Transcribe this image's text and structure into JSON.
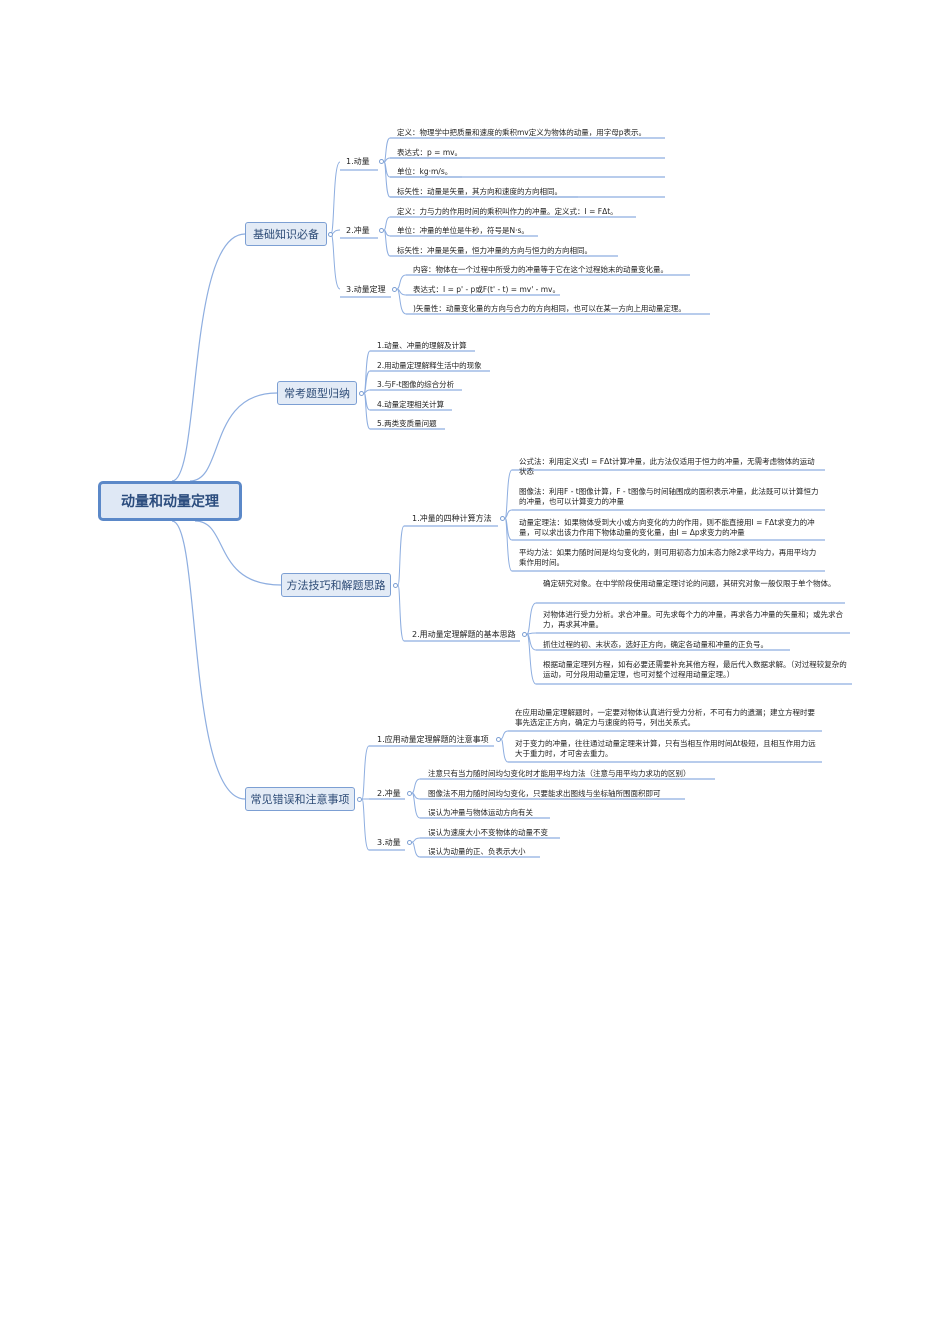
{
  "root": {
    "title": "动量和动量定理"
  },
  "branches": [
    {
      "label": "基础知识必备",
      "subs": [
        {
          "label": "1.动量",
          "leaves": [
            "定义：物理学中把质量和速度的乘积mv定义为物体的动量，用字母p表示。",
            "表达式：p = mv。",
            "单位：kg·m/s。",
            "标矢性：动量是矢量，其方向和速度的方向相同。"
          ]
        },
        {
          "label": "2.冲量",
          "leaves": [
            "定义：力与力的作用时间的乘积叫作力的冲量。定义式：I = FΔt。",
            "单位：冲量的单位是牛秒，符号是N·s。",
            "标矢性：冲量是矢量，恒力冲量的方向与恒力的方向相同。"
          ]
        },
        {
          "label": "3.动量定理",
          "leaves": [
            "内容：物体在一个过程中所受力的冲量等于它在这个过程始末的动量变化量。",
            "表达式：I = p' - p或F(t' - t) = mv' - mv。",
            ")矢量性：动量变化量的方向与合力的方向相同，也可以在某一方向上用动量定理。"
          ]
        }
      ]
    },
    {
      "label": "常考题型归纳",
      "leaves": [
        "1.动量、冲量的理解及计算",
        "2.用动量定理解释生活中的现象",
        "3.与F-t图像的综合分析",
        "4.动量定理相关计算",
        "5.两类变质量问题"
      ]
    },
    {
      "label": "方法技巧和解题思路",
      "subs": [
        {
          "label": "1.冲量的四种计算方法",
          "leaves": [
            "公式法：利用定义式I = FΔt计算冲量，此方法仅适用于恒力的冲量，无需考虑物体的运动状态",
            "图像法：利用F - t图像计算，F - t图像与时间轴围成的面积表示冲量，此法既可以计算恒力的冲量，也可以计算变力的冲量",
            "动量定理法：如果物体受到大小或方向变化的力的作用，则不能直接用I = FΔt求变力的冲量，可以求出该力作用下物体动量的变化量，由I = Δp求变力的冲量",
            "平均力法：如果力随时间是均匀变化的，则可用初态力加末态力除2求平均力，再用平均力乘作用时间。"
          ]
        },
        {
          "label": "2.用动量定理解题的基本思路",
          "leaves": [
            "确定研究对象。在中学阶段使用动量定理讨论的问题，其研究对象一般仅限于单个物体。",
            "对物体进行受力分析。求合冲量。可先求每个力的冲量，再求各力冲量的矢量和；或先求合力，再求其冲量。",
            "抓住过程的初、末状态，选好正方向，确定各动量和冲量的正负号。",
            "根据动量定理列方程，如有必要还需要补充其他方程，最后代入数据求解。（对过程较复杂的运动，可分段用动量定理，也可对整个过程用动量定理。）"
          ]
        }
      ]
    },
    {
      "label": "常见错误和注意事项",
      "subs": [
        {
          "label": "1.应用动量定理解题的注意事项",
          "leaves": [
            "在应用动量定理解题时，一定要对物体认真进行受力分析，不可有力的遗漏；建立方程时要事先选定正方向，确定力与速度的符号，列出关系式。",
            "对于变力的冲量，往往通过动量定理来计算，只有当相互作用时间Δt极短，且相互作用力远大于重力时，才可舍去重力。"
          ]
        },
        {
          "label": "2.冲量",
          "leaves": [
            "注意只有当力随时间均匀变化时才能用平均力法（注意与用平均力求功的区别）",
            "图像法不用力随时间均匀变化，只要能求出图线与坐标轴所围面积即可",
            "误认为冲量与物体运动方向有关"
          ]
        },
        {
          "label": "3.动量",
          "leaves": [
            "误认为速度大小不变物体的动量不变",
            "误认为动量的正、负表示大小"
          ]
        }
      ]
    }
  ]
}
